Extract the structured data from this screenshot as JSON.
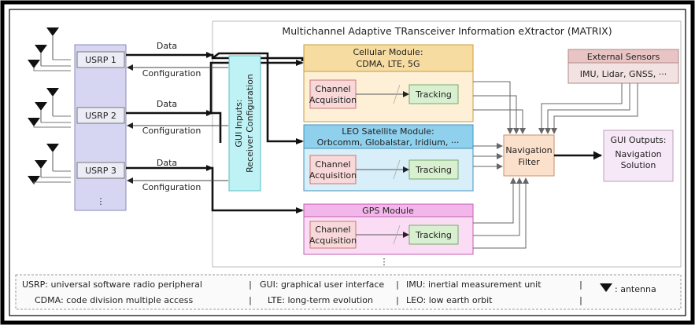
{
  "title": "Multichannel Adaptive TRansceiver Information eXtractor (MATRIX)",
  "usrp": {
    "units": [
      "USRP 1",
      "USRP 2",
      "USRP 3"
    ],
    "more": "⋮"
  },
  "links": {
    "data": "Data",
    "config": "Configuration"
  },
  "gui_inputs": {
    "line1": "GUI Inputs:",
    "line2": "Receiver Configuration"
  },
  "cellular": {
    "title1": "Cellular Module:",
    "title2": "CDMA, LTE, 5G",
    "acq1": "Channel",
    "acq2": "Acquisition",
    "track": "Tracking"
  },
  "leo": {
    "title1": "LEO Satellite Module:",
    "title2": "Orbcomm, Globalstar, Iridium, ···",
    "acq1": "Channel",
    "acq2": "Acquisition",
    "track": "Tracking"
  },
  "gps": {
    "title": "GPS Module",
    "acq1": "Channel",
    "acq2": "Acquisition",
    "track": "Tracking",
    "more": "⋮"
  },
  "sensors": {
    "title": "External Sensors",
    "list": "IMU, Lidar, GNSS, ···"
  },
  "nav_filter": {
    "line1": "Navigation",
    "line2": "Filter"
  },
  "gui_outputs": {
    "line1": "GUI Outputs:",
    "line2": "Navigation",
    "line3": "Solution"
  },
  "legend": {
    "usrp": "USRP: universal software radio peripheral",
    "gui": "GUI: graphical user interface",
    "imu": "IMU: inertial measurement unit",
    "antenna": ": antenna",
    "cdma": "CDMA: code division multiple access",
    "lte": "LTE: long-term evolution",
    "leo": "LEO: low earth orbit",
    "sep": "|"
  },
  "colors": {
    "usrp_fill": "#d6d6f2",
    "cell_fill": "#fdf0d6",
    "cell_head": "#f6dca0",
    "leo_fill": "#d8eef8",
    "leo_head": "#8fd0ec",
    "gps_fill": "#fadcf4",
    "gps_head": "#f3b6ea",
    "gui_fill": "#bff2f5",
    "nav_fill": "#fbe0cc",
    "out_fill": "#f7e8f7",
    "sensor_fill": "#f3e2e2",
    "sensor_head": "#e8c4c4",
    "acq_fill": "#f8d8d8",
    "track_fill": "#d8f0d0"
  }
}
